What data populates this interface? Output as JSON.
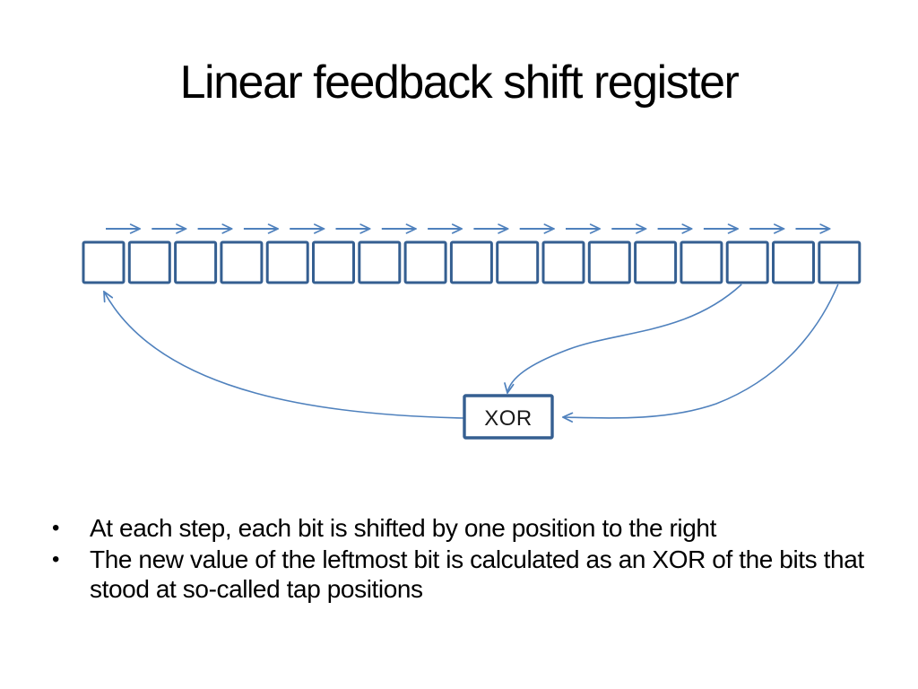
{
  "slide": {
    "title": "Linear feedback shift register",
    "bullet_char": "•",
    "bullets": [
      "At each step, each bit is shifted by one position to the right",
      "The new value of the leftmost bit is calculated as an XOR of the bits that stood at so-called tap positions"
    ]
  },
  "diagram": {
    "register_count": 17,
    "shift_arrow_count": 16,
    "xor_label": "XOR",
    "tap_registers": [
      15,
      17
    ],
    "feedback_target_register": 1,
    "colors": {
      "register_border": "#355f91",
      "register_fill": "#ffffff",
      "connector": "#4f81bd",
      "xor_border": "#355f91",
      "xor_fill": "#ffffff",
      "xor_text": "#1a1a1a"
    }
  }
}
